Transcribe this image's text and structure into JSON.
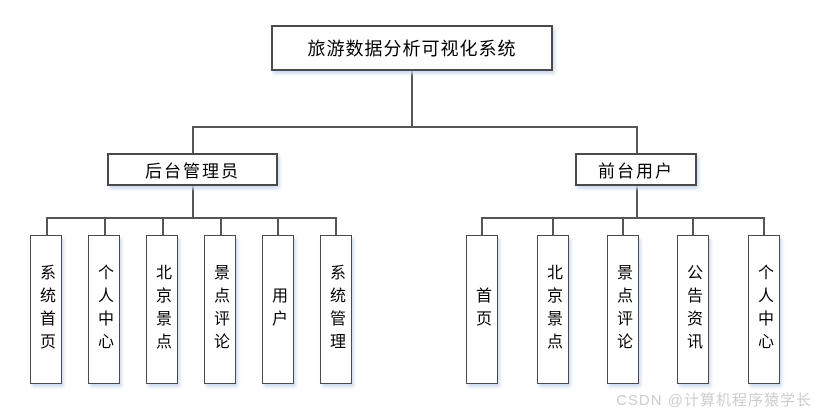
{
  "diagram": {
    "title": "旅游数据分析可视化系统",
    "branches": [
      {
        "label": "后台管理员",
        "children": [
          "系统首页",
          "个人中心",
          "北京景点",
          "景点评论",
          "用户",
          "系统管理"
        ]
      },
      {
        "label": "前台用户",
        "children": [
          "首页",
          "北京景点",
          "景点评论",
          "公告资讯",
          "个人中心"
        ]
      }
    ]
  },
  "watermark": "CSDN @计算机程序猿学长",
  "colors": {
    "background": "#ffffff",
    "box_border": "#4a4a4a",
    "connector_line": "#565656",
    "box_shadow": "#c7d6ee",
    "text": "#000000",
    "watermark_text": "#cdcdcd"
  }
}
